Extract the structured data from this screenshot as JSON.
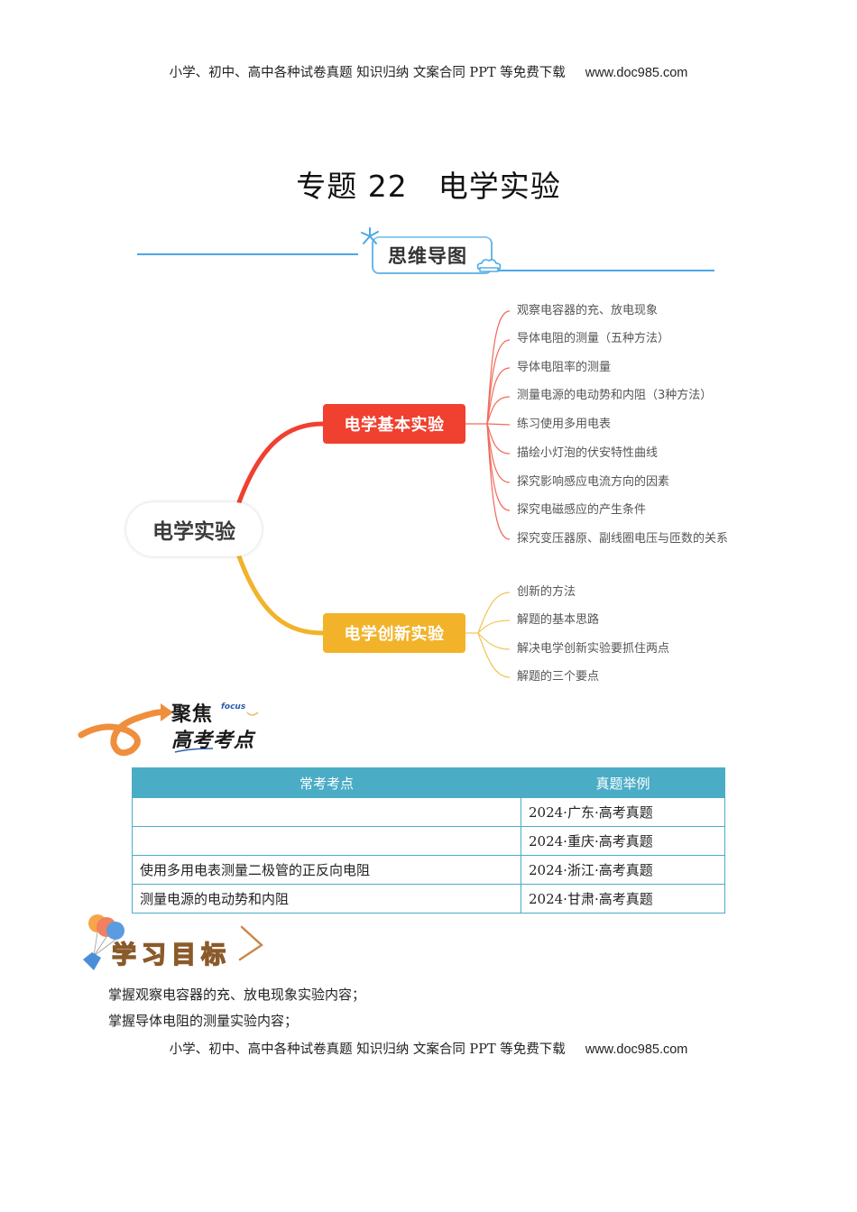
{
  "header_banner": {
    "text": "小学、初中、高中各种试卷真题  知识归纳  文案合同  PPT 等免费下载",
    "site": "www.doc985.com"
  },
  "document": {
    "title_prefix": "专题 22",
    "title_main": "电学实验"
  },
  "mindmap_section": {
    "label": "思维导图",
    "icons": [
      "sparkle-icon",
      "cloud-icon"
    ],
    "accent_color": "#4aa8e6"
  },
  "mindmap": {
    "root": "电学实验",
    "branches": [
      {
        "label": "电学基本实验",
        "color": "#f0402f",
        "leaves": [
          "观察电容器的充、放电现象",
          "导体电阻的测量（五种方法）",
          "导体电阻率的测量",
          "测量电源的电动势和内阻（3种方法）",
          "练习使用多用电表",
          "描绘小灯泡的伏安特性曲线",
          "探究影响感应电流方向的因素",
          "探究电磁感应的产生条件",
          "探究变压器原、副线圈电压与匝数的关系"
        ]
      },
      {
        "label": "电学创新实验",
        "color": "#f2b32a",
        "leaves": [
          "创新的方法",
          "解题的基本思路",
          "解决电学创新实验要抓住两点",
          "解题的三个要点"
        ]
      }
    ]
  },
  "focus_section": {
    "line1": "聚焦",
    "line2": "高考考点",
    "english": "focus"
  },
  "exam_table": {
    "header_color": "#4bacc6",
    "columns": [
      "常考考点",
      "真题举例"
    ],
    "rows": [
      [
        "",
        "2024·广东·高考真题"
      ],
      [
        "",
        "2024·重庆·高考真题"
      ],
      [
        "使用多用电表测量二极管的正反向电阻",
        "2024·浙江·高考真题"
      ],
      [
        "测量电源的电动势和内阻",
        "2024·甘肃·高考真题"
      ]
    ]
  },
  "goals_section": {
    "label": "学习目标",
    "items": [
      "掌握观察电容器的充、放电现象实验内容；",
      "掌握导体电阻的测量实验内容；"
    ]
  },
  "footer_banner": {
    "text": "小学、初中、高中各种试卷真题  知识归纳  文案合同  PPT 等免费下载",
    "site": "www.doc985.com"
  }
}
